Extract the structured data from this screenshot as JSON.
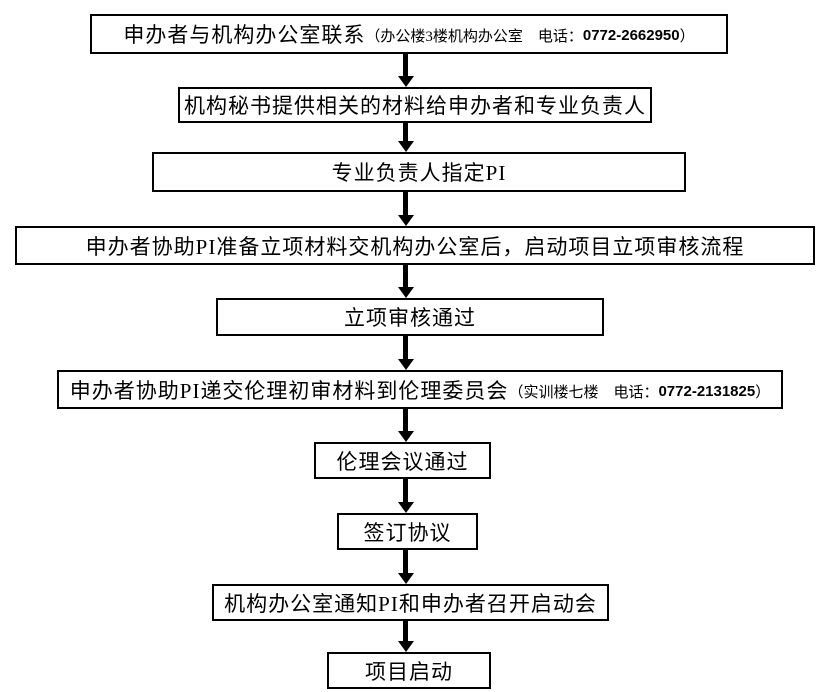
{
  "page": {
    "background_color": "#ffffff",
    "box_border_color": "#000000",
    "text_color": "#000000",
    "arrow_color": "#000000"
  },
  "flowchart": {
    "type": "vertical-flow",
    "steps": [
      {
        "text": "申办者与机构办公室联系",
        "note_prefix": "（办公楼3楼机构办公室　电话：",
        "phone": "0772-2662950",
        "note_suffix": "）"
      },
      {
        "text": "机构秘书提供相关的材料给申办者和专业负责人"
      },
      {
        "text": "专业负责人指定PI"
      },
      {
        "text": "申办者协助PI准备立项材料交机构办公室后，启动项目立项审核流程"
      },
      {
        "text": "立项审核通过"
      },
      {
        "text": "申办者协助PI递交伦理初审材料到伦理委员会",
        "note_prefix": "（实训楼七楼　电话：",
        "phone": "0772-2131825",
        "note_suffix": "）"
      },
      {
        "text": "伦理会议通过"
      },
      {
        "text": "签订协议"
      },
      {
        "text": "机构办公室通知PI和申办者召开启动会"
      },
      {
        "text": "项目启动"
      }
    ]
  }
}
